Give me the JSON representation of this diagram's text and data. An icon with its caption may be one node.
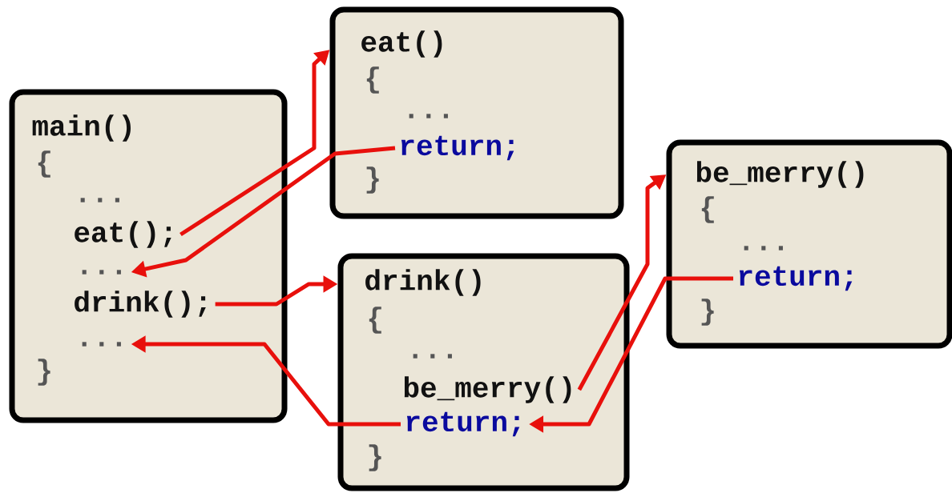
{
  "diagram": {
    "nodes": [
      {
        "text": [
          "main()",
          "{",
          "...",
          "}"
        ]
      },
      {
        "text": [
          "eat();"
        ],
        "in": 0
      },
      {
        "text": [
          "..."
        ],
        "in": 0
      },
      {
        "text": [
          "drink();"
        ],
        "in": 0
      },
      {
        "text": [
          "..."
        ],
        "in": 0
      },
      {
        "text": [
          "eat()",
          "{",
          "...",
          "}"
        ]
      },
      {
        "text": [
          "return;"
        ],
        "in": 5
      },
      {
        "text": [
          "drink()",
          "{",
          "...",
          "}"
        ]
      },
      {
        "text": [
          "be_merry()"
        ],
        "in": 7
      },
      {
        "text": [
          "return;"
        ],
        "in": 7
      },
      {
        "text": [
          "be_merry()",
          "{",
          "...",
          "}"
        ]
      },
      {
        "text": [
          "return;"
        ],
        "in": 10
      }
    ],
    "edges": [
      {
        "from": 1,
        "to": 5,
        "arrow": "to"
      },
      {
        "from": 6,
        "to": 2,
        "arrow": "to"
      },
      {
        "from": 3,
        "to": 7,
        "arrow": "to"
      },
      {
        "from": 9,
        "to": 4,
        "arrow": "to"
      },
      {
        "from": 8,
        "to": 10,
        "arrow": "to"
      },
      {
        "from": 11,
        "to": 9,
        "arrow": "to"
      }
    ]
  }
}
